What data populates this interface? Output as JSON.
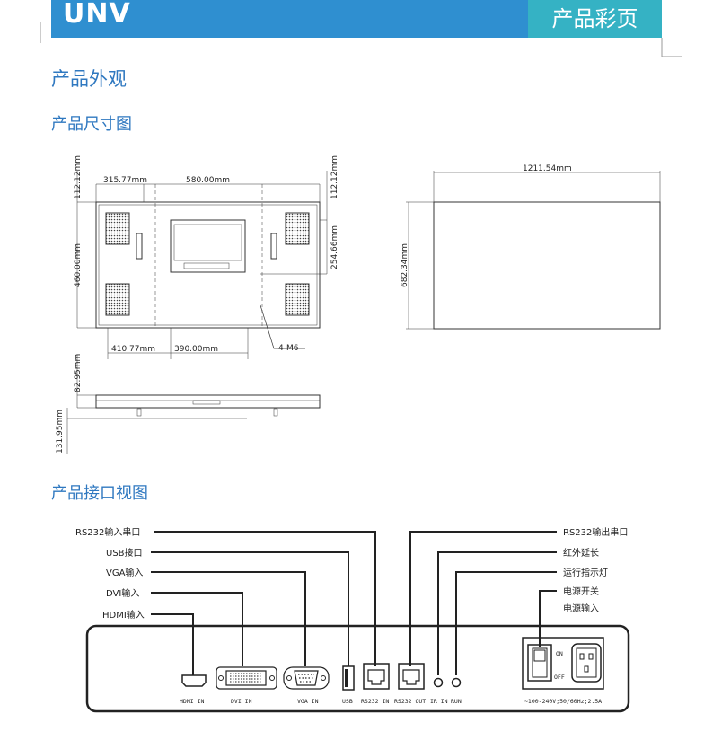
{
  "header": {
    "logo": "UNV",
    "tag": "产品彩页"
  },
  "sections": {
    "appearance": "产品外观",
    "dimensions": "产品尺寸图",
    "interfaces": "产品接口视图"
  },
  "dims": {
    "top_left": "315.77mm",
    "top_right": "580.00mm",
    "top_margin_l": "112.12mm",
    "top_margin_r": "112.12mm",
    "height_l": "460.00mm",
    "inner_h": "254.66mm",
    "bottom_l": "410.77mm",
    "bottom_r": "390.00mm",
    "screw": "4-M6",
    "depth_a": "82.95mm",
    "depth_b": "131.95mm",
    "front_w": "1211.54mm",
    "front_h": "682.34mm"
  },
  "callouts": {
    "rs232_in": "RS232输入串口",
    "usb": "USB接口",
    "vga": "VGA输入",
    "dvi": "DVI输入",
    "hdmi": "HDMI输入",
    "rs232_out": "RS232输出串口",
    "ir": "红外延长",
    "run": "运行指示灯",
    "power_switch": "电源开关",
    "power_in": "电源输入"
  },
  "ports": {
    "hdmi": "HDMI IN",
    "dvi": "DVI IN",
    "vga": "VGA IN",
    "usb": "USB",
    "rs232in": "RS232 IN",
    "rs232out": "RS232 OUT",
    "ir": "IR IN",
    "run": "RUN",
    "on": "ON",
    "off": "OFF",
    "power_spec": "~100-240V;50/60Hz;2.5A"
  }
}
